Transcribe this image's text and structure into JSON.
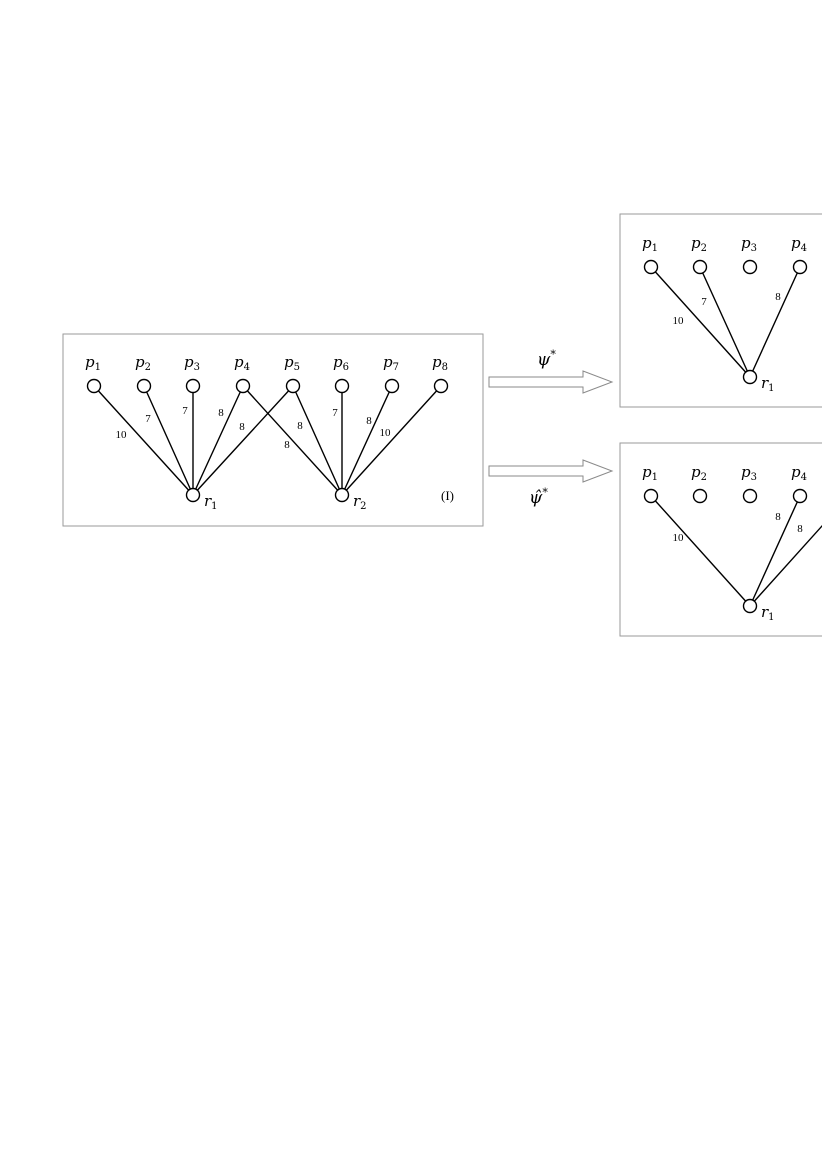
{
  "panel_I": {
    "tag": "(I)",
    "products": [
      {
        "id": "p1",
        "base": "p",
        "sub": "1"
      },
      {
        "id": "p2",
        "base": "p",
        "sub": "2"
      },
      {
        "id": "p3",
        "base": "p",
        "sub": "3"
      },
      {
        "id": "p4",
        "base": "p",
        "sub": "4"
      },
      {
        "id": "p5",
        "base": "p",
        "sub": "5"
      },
      {
        "id": "p6",
        "base": "p",
        "sub": "6"
      },
      {
        "id": "p7",
        "base": "p",
        "sub": "7"
      },
      {
        "id": "p8",
        "base": "p",
        "sub": "8"
      }
    ],
    "retailers": [
      {
        "id": "r1",
        "base": "r",
        "sub": "1"
      },
      {
        "id": "r2",
        "base": "r",
        "sub": "2"
      }
    ],
    "edges": [
      {
        "from": "p1",
        "to": "r1",
        "weight": "10"
      },
      {
        "from": "p2",
        "to": "r1",
        "weight": "7"
      },
      {
        "from": "p3",
        "to": "r1",
        "weight": "7"
      },
      {
        "from": "p4",
        "to": "r1",
        "weight": "8"
      },
      {
        "from": "p5",
        "to": "r1",
        "weight": "8"
      },
      {
        "from": "p4",
        "to": "r2",
        "weight": "8"
      },
      {
        "from": "p5",
        "to": "r2",
        "weight": "8"
      },
      {
        "from": "p6",
        "to": "r2",
        "weight": "7"
      },
      {
        "from": "p7",
        "to": "r2",
        "weight": "8"
      },
      {
        "from": "p8",
        "to": "r2",
        "weight": "10"
      }
    ]
  },
  "arrow_top": {
    "base": "ψ",
    "sup": "*"
  },
  "arrow_bottom": {
    "base": "ψ̂",
    "sup": "*"
  },
  "panel_top": {
    "products": [
      {
        "id": "p1",
        "base": "p",
        "sub": "1"
      },
      {
        "id": "p2",
        "base": "p",
        "sub": "2"
      },
      {
        "id": "p3",
        "base": "p",
        "sub": "3"
      },
      {
        "id": "p4",
        "base": "p",
        "sub": "4"
      }
    ],
    "retailer": {
      "id": "r1",
      "base": "r",
      "sub": "1"
    },
    "edges": [
      {
        "from": "p1",
        "to": "r1",
        "weight": "10"
      },
      {
        "from": "p2",
        "to": "r1",
        "weight": "7"
      },
      {
        "from": "p4",
        "to": "r1",
        "weight": "8"
      }
    ]
  },
  "panel_bottom": {
    "products": [
      {
        "id": "p1",
        "base": "p",
        "sub": "1"
      },
      {
        "id": "p2",
        "base": "p",
        "sub": "2"
      },
      {
        "id": "p3",
        "base": "p",
        "sub": "3"
      },
      {
        "id": "p4",
        "base": "p",
        "sub": "4"
      }
    ],
    "retailer": {
      "id": "r1",
      "base": "r",
      "sub": "1"
    },
    "edges": [
      {
        "from": "p1",
        "to": "r1",
        "weight": "10"
      },
      {
        "from": "p4",
        "to": "r1",
        "weight": "8"
      },
      {
        "from": "p5",
        "to": "r1",
        "weight": "8"
      }
    ]
  }
}
